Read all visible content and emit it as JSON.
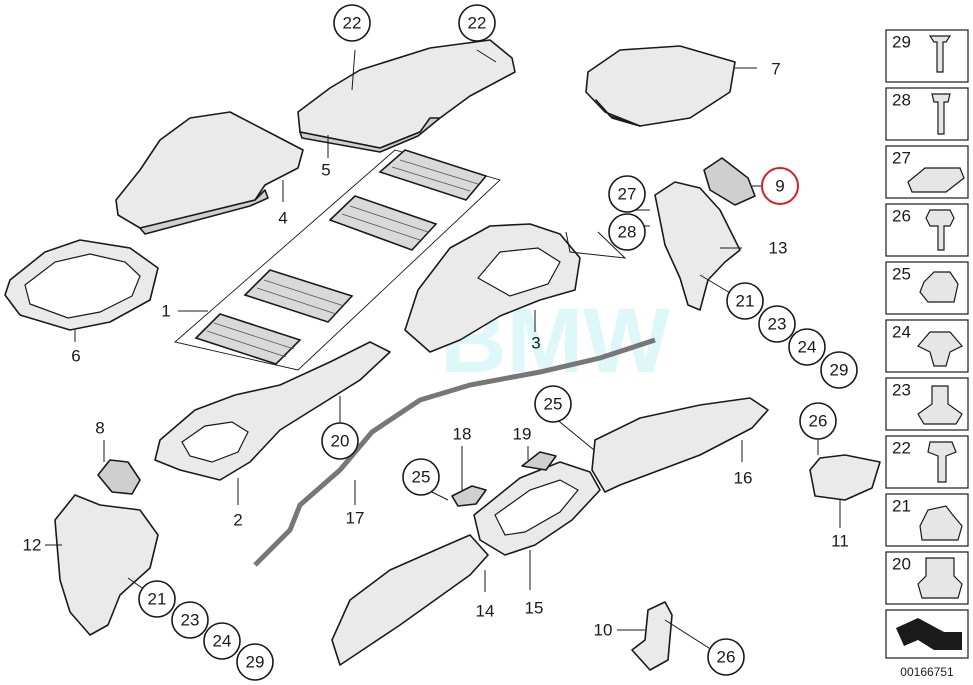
{
  "diagram": {
    "diagram_id": "00166751",
    "watermark": "BMW",
    "selected_part": "9",
    "callouts": {
      "c22a": "22",
      "c22b": "22",
      "c27": "27",
      "c28": "28",
      "c9": "9",
      "c21r": "21",
      "c23r": "23",
      "c24r": "24",
      "c29r": "29",
      "c20": "20",
      "c25a": "25",
      "c25b": "25",
      "c26r": "26",
      "c21l": "21",
      "c23l": "23",
      "c24l": "24",
      "c29l": "29",
      "c26b": "26"
    },
    "labels": {
      "l1": "1",
      "l2": "2",
      "l3": "3",
      "l4": "4",
      "l5": "5",
      "l6": "6",
      "l7": "7",
      "l8": "8",
      "l10": "10",
      "l11": "11",
      "l12": "12",
      "l13": "13",
      "l14": "14",
      "l15": "15",
      "l16": "16",
      "l17": "17",
      "l18": "18",
      "l19": "19"
    },
    "legend": [
      "29",
      "28",
      "27",
      "26",
      "25",
      "24",
      "23",
      "22",
      "21",
      "20"
    ]
  }
}
